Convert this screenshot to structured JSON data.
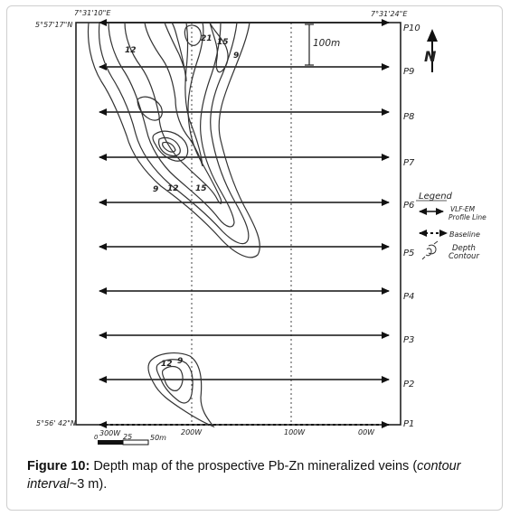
{
  "map": {
    "coords": {
      "top_left_lon": "7°31'10\"E",
      "top_right_lon": "7°31'24\"E",
      "top_left_lat": "5°57'17\"N",
      "bottom_left_lat": "5°56' 42\"N"
    },
    "scale_label": "100m",
    "profiles": [
      "P10",
      "P9",
      "P8",
      "P7",
      "P6",
      "P5",
      "P4",
      "P3",
      "P2",
      "P1"
    ],
    "bottom_axis": [
      "300W",
      "200W",
      "100W",
      "00W"
    ],
    "scale_bar": [
      "0",
      "25",
      "50m"
    ],
    "contour_labels": [
      "12",
      "21",
      "15",
      "9",
      "9",
      "12",
      "15",
      "12",
      "9"
    ],
    "north_label": "N",
    "legend": {
      "title": "Legend",
      "items": [
        {
          "symbol": "double-arrow",
          "label_line1": "VLF-EM",
          "label_line2": "Profile Line"
        },
        {
          "symbol": "dashed-double-arrow",
          "label_line1": "Baseline",
          "label_line2": ""
        },
        {
          "symbol": "contour-symbol",
          "label_line1": "Depth",
          "label_line2": "Contour"
        }
      ]
    }
  },
  "caption": {
    "label": "Figure 10:",
    "text_before": " Depth map of the prospective Pb-Zn mineralized veins (",
    "italic_text": "contour interval",
    "text_after": "~3 m)."
  }
}
